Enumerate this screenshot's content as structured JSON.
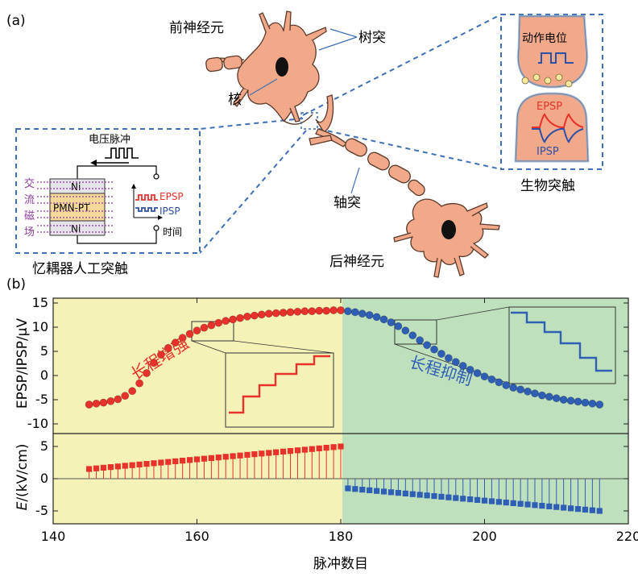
{
  "panel_a": {
    "label": "(a)",
    "pre_neuron": "前神经元",
    "dendrite": "树突",
    "nucleus": "核",
    "axon": "轴突",
    "post_neuron": "后神经元",
    "bio_synapse": "生物突触",
    "action_potential": "动作电位",
    "epsp": "EPSP",
    "ipsp": "IPSP",
    "voltage_pulse": "电压脉冲",
    "ni_top": "Ni",
    "pmn_pt": "PMN-PT",
    "ni_bottom": "Ni",
    "ac_field": [
      "交",
      "流",
      "磁",
      "场"
    ],
    "time": "时间",
    "memcoupler": "忆耦器人工突触",
    "colors": {
      "neuron": "#F2A98A",
      "neuron_stroke": "#5a3a2a",
      "dash": "#3f6fb5",
      "epsp": "#e8312a",
      "ipsp": "#2f4fa8",
      "pmn": "#f5d79a",
      "field": "#8a3d9a"
    }
  },
  "panel_b": {
    "label": "(b)",
    "ltp": "长程增强",
    "ltd": "长程抑制",
    "xlabel": "脉冲数目",
    "ylabel_top": "EPSP/IPSP/μV",
    "ylabel_bottom_italic": "E",
    "ylabel_bottom_rest": "/(kV/cm)",
    "colors": {
      "ltp_bg": "#f5f2b8",
      "ltd_bg": "#bfe0bd",
      "red": "#e8312a",
      "blue": "#2f5fb5"
    }
  },
  "chart_data": [
    {
      "type": "scatter",
      "xlabel": "脉冲数目",
      "ylabel": "EPSP/IPSP/μV",
      "xlim": [
        140,
        220
      ],
      "ylim": [
        -12,
        16
      ],
      "xticks": [
        140,
        160,
        180,
        200,
        220
      ],
      "yticks": [
        -10,
        -5,
        0,
        5,
        10,
        15
      ],
      "annotations": [
        "长程增强",
        "长程抑制"
      ],
      "series": [
        {
          "color": "#e8312a",
          "x": [
            145,
            146,
            147,
            148,
            149,
            150,
            151,
            152,
            153,
            154,
            155,
            156,
            157,
            158,
            159,
            160,
            161,
            162,
            163,
            164,
            165,
            166,
            167,
            168,
            169,
            170,
            171,
            172,
            173,
            174,
            175,
            176,
            177,
            178,
            179,
            180
          ],
          "values": [
            -6.0,
            -5.8,
            -5.6,
            -5.3,
            -4.9,
            -4.2,
            -3.2,
            -1.6,
            0.5,
            2.6,
            4.3,
            5.7,
            6.8,
            7.8,
            8.6,
            9.3,
            9.9,
            10.4,
            10.9,
            11.3,
            11.6,
            11.9,
            12.2,
            12.4,
            12.6,
            12.8,
            12.9,
            13.0,
            13.1,
            13.2,
            13.3,
            13.3,
            13.4,
            13.4,
            13.5,
            13.5
          ]
        },
        {
          "color": "#2f5fb5",
          "x": [
            181,
            182,
            183,
            184,
            185,
            186,
            187,
            188,
            189,
            190,
            191,
            192,
            193,
            194,
            195,
            196,
            197,
            198,
            199,
            200,
            201,
            202,
            203,
            204,
            205,
            206,
            207,
            208,
            209,
            210,
            211,
            212,
            213,
            214,
            215,
            216
          ],
          "values": [
            13.3,
            13.1,
            12.8,
            12.5,
            12.1,
            11.6,
            11.0,
            10.2,
            9.3,
            8.3,
            7.3,
            6.3,
            5.4,
            4.5,
            3.6,
            2.8,
            2.0,
            1.2,
            0.5,
            -0.2,
            -0.8,
            -1.4,
            -2.0,
            -2.5,
            -2.9,
            -3.3,
            -3.7,
            -4.1,
            -4.4,
            -4.7,
            -5.0,
            -5.2,
            -5.4,
            -5.6,
            -5.8,
            -6.0
          ]
        }
      ]
    },
    {
      "type": "scatter",
      "xlabel": "脉冲数目",
      "ylabel": "E/(kV/cm)",
      "xlim": [
        140,
        220
      ],
      "ylim": [
        -7,
        7
      ],
      "xticks": [
        140,
        160,
        180,
        200,
        220
      ],
      "yticks": [
        -5,
        0,
        5
      ],
      "series": [
        {
          "color": "#e8312a",
          "x": [
            145,
            146,
            147,
            148,
            149,
            150,
            151,
            152,
            153,
            154,
            155,
            156,
            157,
            158,
            159,
            160,
            161,
            162,
            163,
            164,
            165,
            166,
            167,
            168,
            169,
            170,
            171,
            172,
            173,
            174,
            175,
            176,
            177,
            178,
            179,
            180
          ],
          "values": [
            1.5,
            1.6,
            1.7,
            1.8,
            1.9,
            2.0,
            2.1,
            2.2,
            2.3,
            2.4,
            2.5,
            2.6,
            2.7,
            2.8,
            2.9,
            3.0,
            3.1,
            3.2,
            3.3,
            3.4,
            3.5,
            3.6,
            3.7,
            3.8,
            3.9,
            4.0,
            4.1,
            4.2,
            4.3,
            4.4,
            4.5,
            4.6,
            4.7,
            4.8,
            4.9,
            5.0
          ]
        },
        {
          "color": "#2f5fb5",
          "x": [
            181,
            182,
            183,
            184,
            185,
            186,
            187,
            188,
            189,
            190,
            191,
            192,
            193,
            194,
            195,
            196,
            197,
            198,
            199,
            200,
            201,
            202,
            203,
            204,
            205,
            206,
            207,
            208,
            209,
            210,
            211,
            212,
            213,
            214,
            215,
            216
          ],
          "values": [
            -1.5,
            -1.6,
            -1.7,
            -1.8,
            -1.9,
            -2.0,
            -2.1,
            -2.2,
            -2.3,
            -2.4,
            -2.5,
            -2.6,
            -2.7,
            -2.8,
            -2.9,
            -3.0,
            -3.1,
            -3.2,
            -3.3,
            -3.4,
            -3.5,
            -3.6,
            -3.7,
            -3.8,
            -3.9,
            -4.0,
            -4.1,
            -4.2,
            -4.3,
            -4.4,
            -4.5,
            -4.6,
            -4.7,
            -4.8,
            -4.9,
            -5.0
          ]
        }
      ]
    }
  ]
}
